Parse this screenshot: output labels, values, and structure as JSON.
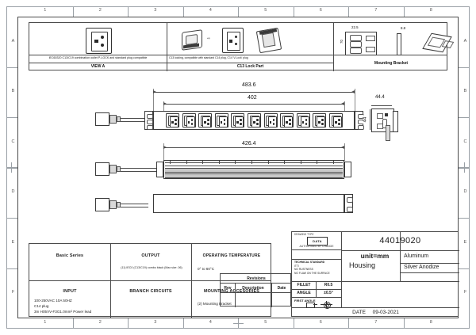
{
  "sheet": {
    "border_zones_top": [
      "1",
      "2",
      "3",
      "4",
      "5",
      "6",
      "7",
      "8"
    ],
    "border_zones_side": [
      "A",
      "B",
      "C",
      "D",
      "E",
      "F"
    ]
  },
  "detail_strip": {
    "panels": [
      {
        "id": "view-a",
        "caption": "IEC60320 C13/C19 combination outlet P-LOCK  and standard plug compatible",
        "title": "VIEW  A"
      },
      {
        "id": "c13-lock-part",
        "caption": "C13 locking, compatible with standard C14 plug, C14 'V-Lock' plug",
        "title": "C13 Lock Part"
      },
      {
        "id": "mounting-bracket",
        "caption": "",
        "title": "Mounting Bracket",
        "dim_width": "22.5",
        "dim_height": "70",
        "dim_thickness": "8.8"
      }
    ]
  },
  "drawing": {
    "front_view": {
      "overall_length": "483.6",
      "outlet_span": "402",
      "outlet_count": 11
    },
    "rear_view": {
      "body_length": "426.4"
    },
    "side_view": {
      "width": "44.4",
      "height": "44"
    }
  },
  "spec_table": {
    "rows": [
      {
        "cells": [
          {
            "header": "Basic Series",
            "body": ""
          },
          {
            "header": "OUTPUT",
            "body": "(11) IEC0 (C13/C19) combo black (Max size .06)"
          },
          {
            "header": "OPERATING TEMPERATURE",
            "body": "0° to 60°C"
          }
        ]
      },
      {
        "cells": [
          {
            "header": "INPUT",
            "body": "100-250VAC 10A 50HZ\nC14 plug\n3m H05VV-F3G1.0mm²  Power lead"
          },
          {
            "header": "BRANCH CIRCUITS",
            "body": ""
          },
          {
            "header": "MOUNTING ACCESORIES",
            "body": "(2) Mounting Bracket"
          }
        ]
      }
    ]
  },
  "revisions": {
    "title": "Revisions",
    "columns": [
      "Rev",
      "Description",
      "Date"
    ],
    "entries": []
  },
  "title_block": {
    "drawing_type_label": "DRAWING TYPE",
    "logo_text": "DATA",
    "logo_sub": "AUTHORISED BY CHANGE",
    "unit": "unit=mm",
    "technical_standard_label": "TECHNICAL  STANDARD",
    "technical_standard_lines": [
      "ITTI",
      "NO  RUSTNESS",
      "NO FLAW ON THE SURFACE"
    ],
    "fillet_label": "FILLET",
    "fillet_value": "R0.5",
    "angle_label": "ANGLE",
    "angle_value": "±0.5°",
    "first_angle_label": "FIRST  ANGLE",
    "part_number": "44019020",
    "part_name": "Housing",
    "material": "Aluminum",
    "finish": "Silver Anodize",
    "date_label": "DATE",
    "date_value": "09-03-2021"
  },
  "colors": {
    "frame": "#4a4a4a",
    "border_light": "#9aa0a6",
    "text": "#1a1a1a",
    "metal_fill": "#c9c9c9"
  }
}
